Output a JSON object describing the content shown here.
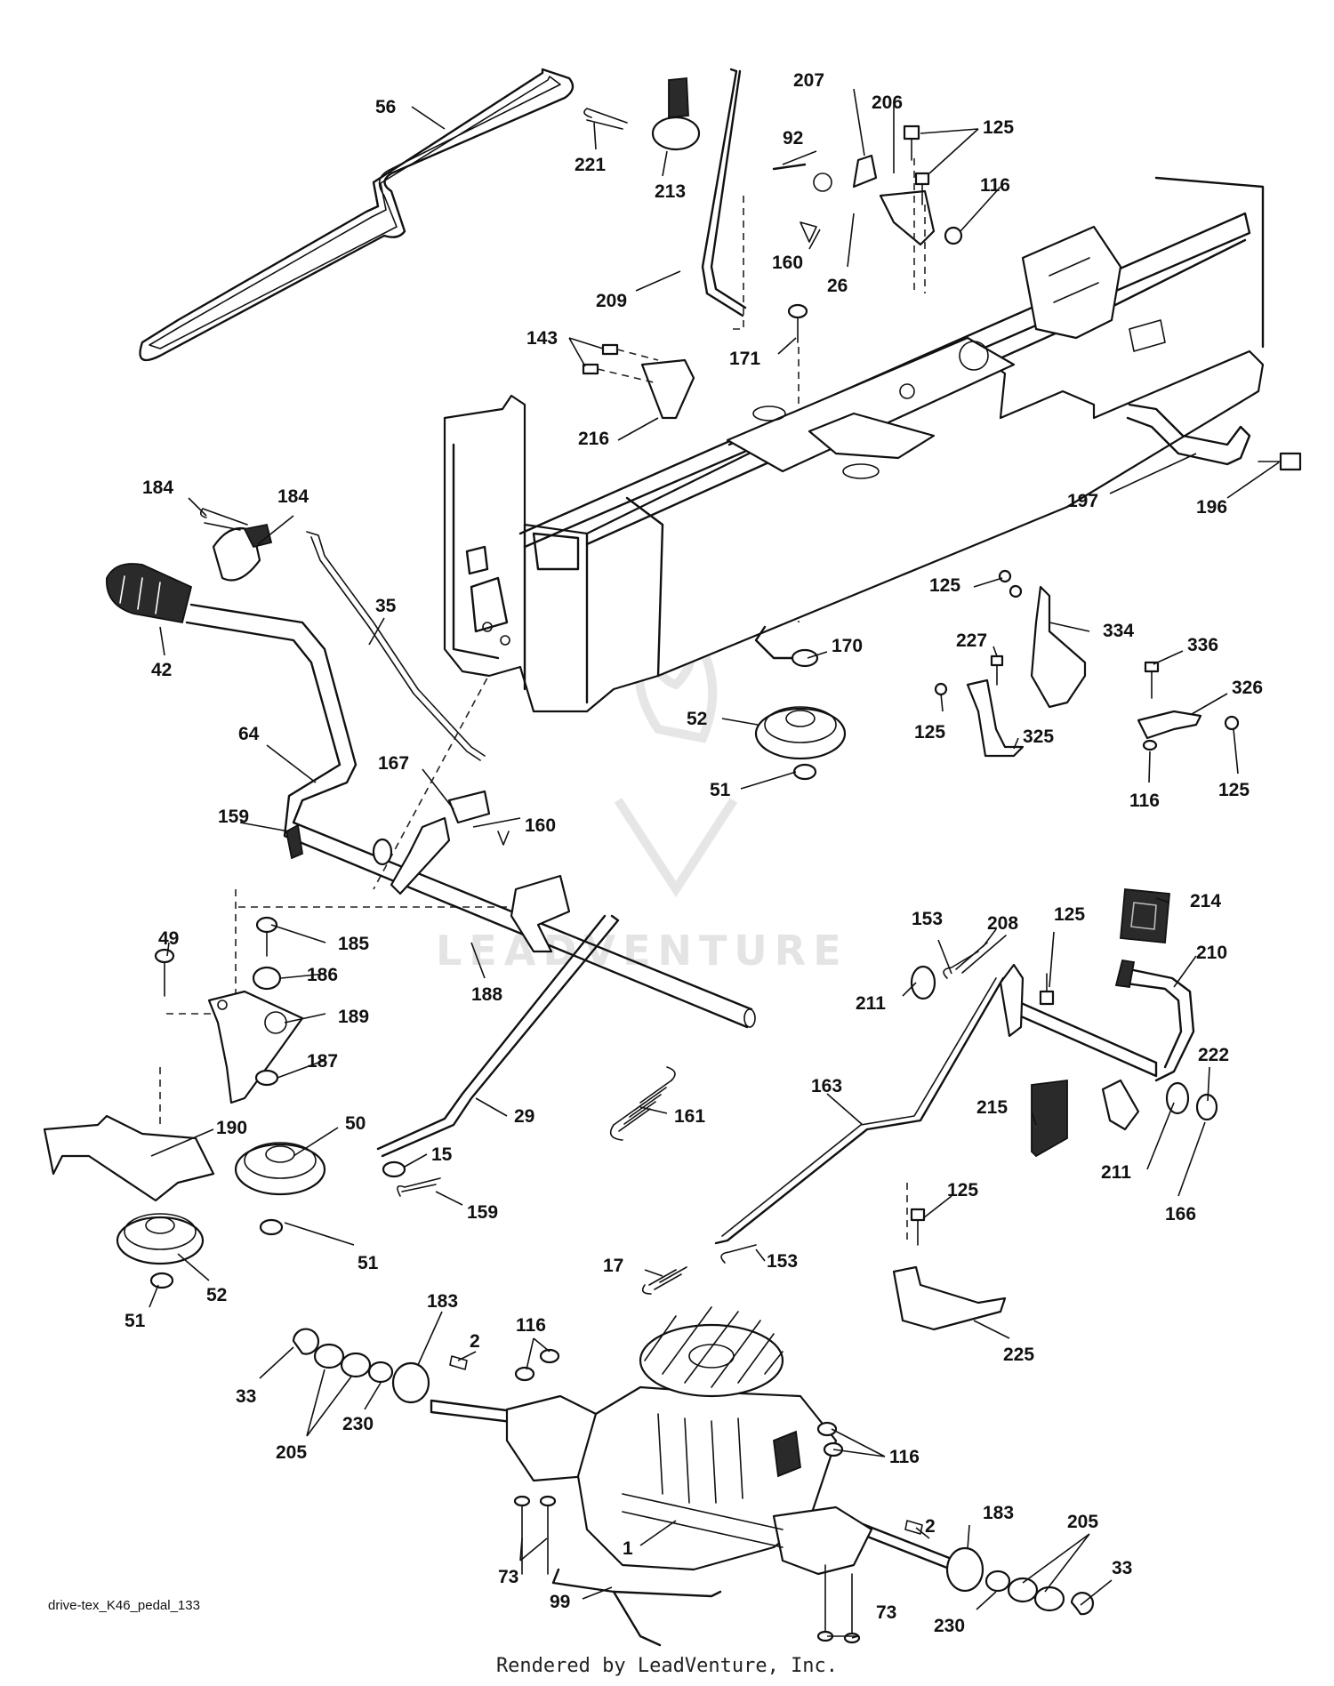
{
  "diagram": {
    "labels": [
      "56",
      "221",
      "213",
      "207",
      "92",
      "206",
      "125",
      "116",
      "160",
      "26",
      "209",
      "171",
      "143",
      "216",
      "197",
      "196",
      "184",
      "35",
      "42",
      "64",
      "170",
      "52",
      "51",
      "227",
      "334",
      "336",
      "326",
      "325",
      "167",
      "159",
      "49",
      "185",
      "186",
      "189",
      "187",
      "190",
      "50",
      "188",
      "29",
      "161",
      "15",
      "153",
      "208",
      "211",
      "214",
      "210",
      "222",
      "163",
      "215",
      "166",
      "17",
      "225",
      "183",
      "2",
      "33",
      "205",
      "230",
      "1",
      "73",
      "99"
    ],
    "watermark": "LEADVENTURE"
  },
  "footer": {
    "file_id": "drive-tex_K46_pedal_133",
    "credit": "Rendered by LeadVenture, Inc."
  }
}
